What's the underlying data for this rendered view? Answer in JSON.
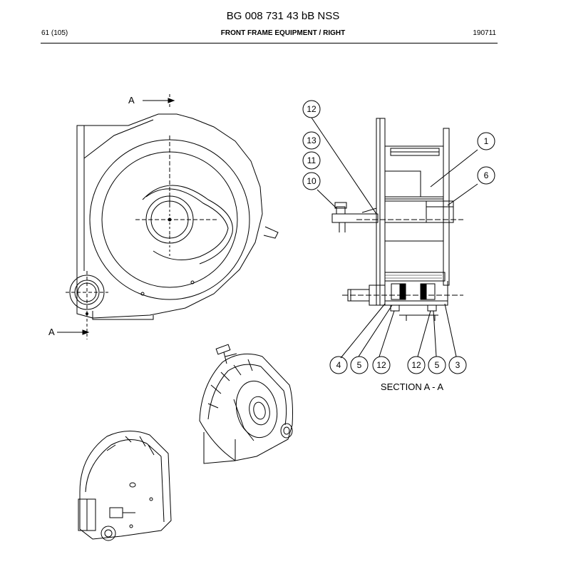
{
  "header": {
    "title": "BG 008 731 43 bB NSS",
    "page": "61 (105)",
    "section": "FRONT FRAME EQUIPMENT / RIGHT",
    "code": "190711"
  },
  "drawing": {
    "section_marker": "A",
    "section_label": "SECTION  A - A",
    "callouts": {
      "c1": "1",
      "c3": "3",
      "c4": "4",
      "c5a": "5",
      "c5b": "5",
      "c6": "6",
      "c10": "10",
      "c11": "11",
      "c12a": "12",
      "c12b": "12",
      "c12c": "12",
      "c13": "13"
    }
  }
}
